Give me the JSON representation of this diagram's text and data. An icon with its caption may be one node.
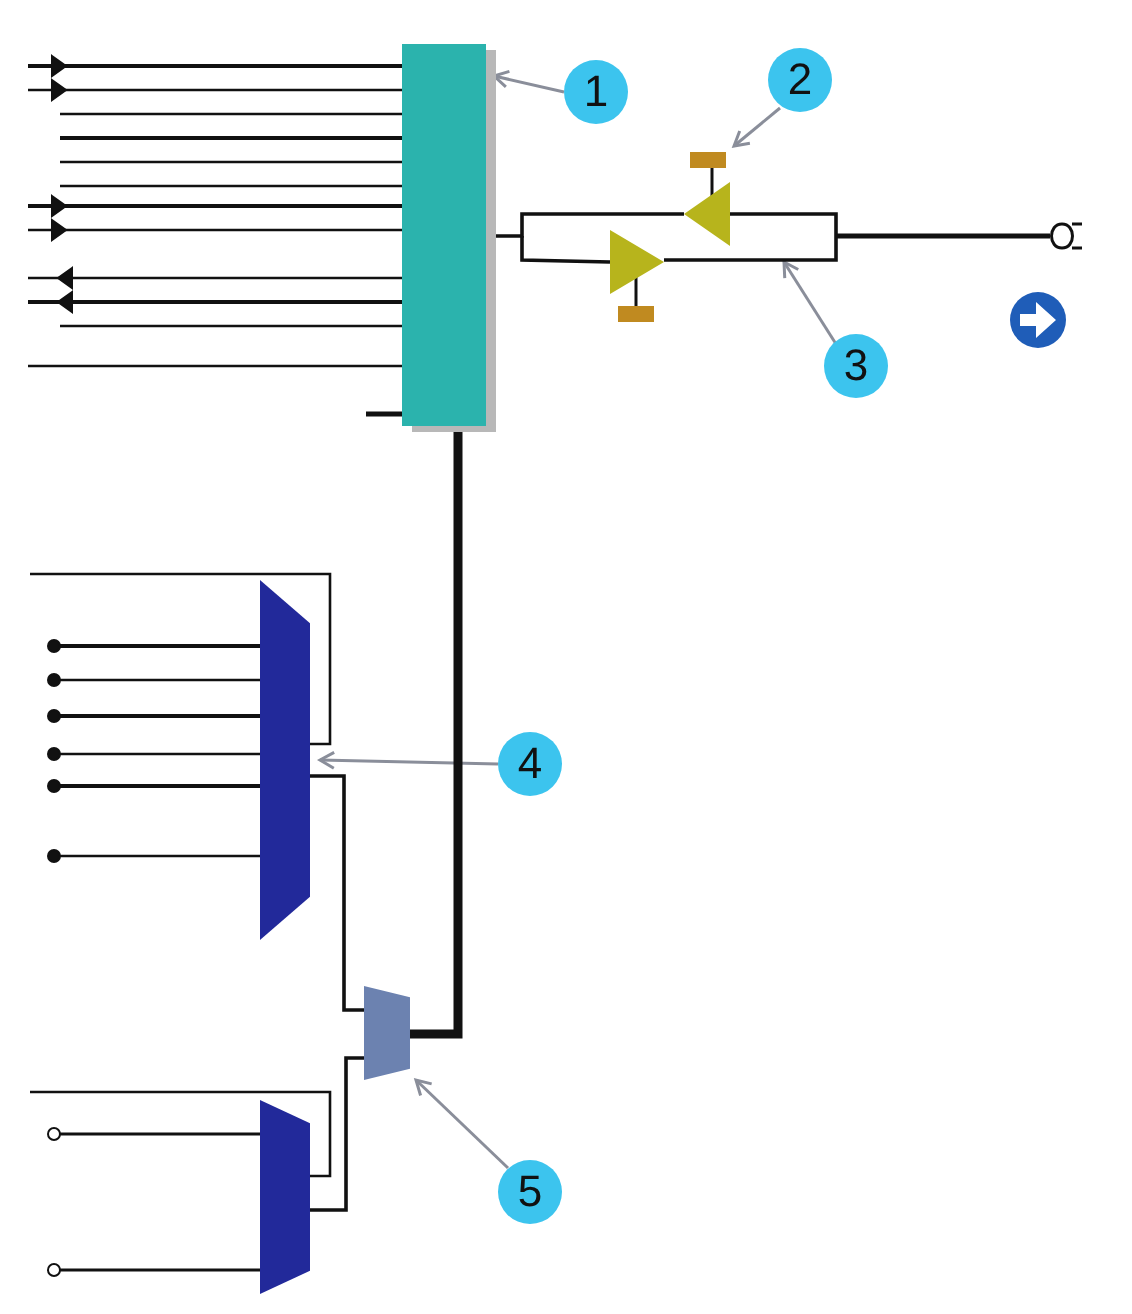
{
  "diagram": {
    "nodes": [
      {
        "text": [],
        "shape": "box"
      },
      {
        "text": [
          "1"
        ]
      },
      {
        "text": [
          "2"
        ]
      },
      {
        "text": [
          "3"
        ]
      },
      {
        "text": [],
        "shape": "triangle"
      },
      {
        "text": [],
        "shape": "triangle"
      },
      {
        "text": [],
        "shape": "trapezoid"
      },
      {
        "text": [
          "4"
        ]
      },
      {
        "text": [],
        "shape": "trapezoid"
      },
      {
        "text": [],
        "shape": "trapezoid"
      },
      {
        "text": [
          "5"
        ]
      }
    ],
    "edges": [
      {
        "from": 1,
        "to": 0,
        "arrow": "to",
        "color": "#8a8e9a"
      },
      {
        "from": 2,
        "to": 4,
        "arrow": "to",
        "color": "#8a8e9a"
      },
      {
        "from": 3,
        "to": null,
        "arrow": "to",
        "color": "#8a8e9a"
      },
      {
        "from": 0,
        "to": 4,
        "arrow": "none"
      },
      {
        "from": 0,
        "to": 5,
        "arrow": "none"
      },
      {
        "from": 7,
        "to": 6,
        "arrow": "to",
        "color": "#8a8e9a"
      },
      {
        "from": 6,
        "to": 8,
        "arrow": "none"
      },
      {
        "from": 9,
        "to": 8,
        "arrow": "none"
      },
      {
        "from": 8,
        "to": 0,
        "arrow": "none",
        "style": "thick"
      },
      {
        "from": 10,
        "to": 8,
        "arrow": "to",
        "color": "#8a8e9a"
      },
      {
        "from": 4,
        "to": 5,
        "arrow": "none"
      }
    ]
  }
}
